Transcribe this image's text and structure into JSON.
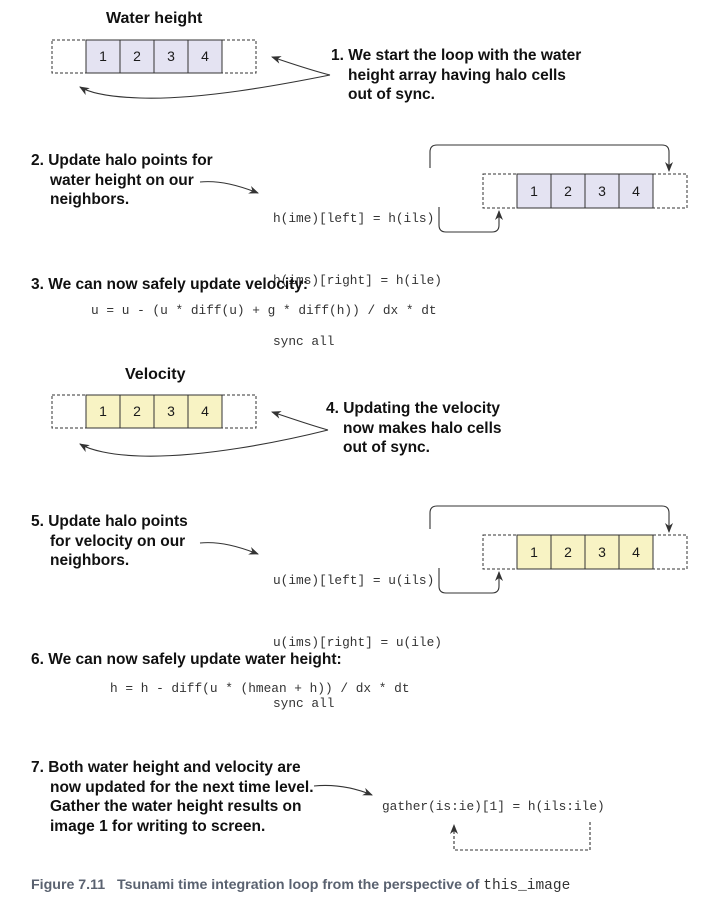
{
  "panel1": {
    "title": "Water height",
    "cells": [
      "1",
      "2",
      "3",
      "4"
    ],
    "note": [
      "1. We start the loop with the water",
      "height array having halo cells",
      "out of sync."
    ]
  },
  "panel2": {
    "note": [
      "2. Update halo points for",
      "water height on our",
      "neighbors."
    ],
    "code": [
      "h(ime)[left] = h(ils)",
      "h(ims)[right] = h(ile)",
      "sync all"
    ],
    "cells": [
      "1",
      "2",
      "3",
      "4"
    ]
  },
  "panel3": {
    "note": "3. We can now safely update velocity:",
    "code": "u = u - (u * diff(u) + g * diff(h)) / dx * dt"
  },
  "panel4": {
    "title": "Velocity",
    "cells": [
      "1",
      "2",
      "3",
      "4"
    ],
    "note": [
      "4. Updating the velocity",
      "now makes halo cells",
      "out of sync."
    ]
  },
  "panel5": {
    "note": [
      "5. Update halo points",
      "for velocity on our",
      "neighbors."
    ],
    "code": [
      "u(ime)[left] = u(ils)",
      "u(ims)[right] = u(ile)",
      "sync all"
    ],
    "cells": [
      "1",
      "2",
      "3",
      "4"
    ]
  },
  "panel6": {
    "note": "6. We can now safely update water height:",
    "code": "h = h - diff(u * (hmean + h)) / dx * dt"
  },
  "panel7": {
    "note": [
      "7. Both water height and velocity are",
      "now updated for the next time level.",
      "Gather the water height results on",
      "image 1 for writing to screen."
    ],
    "code": "gather(is:ie)[1] = h(ils:ile)"
  },
  "caption": {
    "label": "Figure 7.11",
    "text": "Tsunami time integration loop from the perspective of",
    "code": "this_image"
  },
  "colors": {
    "height_cell": "#e4e3f2",
    "velocity_cell": "#f8f3c4",
    "stroke": "#333333",
    "caption": "#5a6270"
  }
}
